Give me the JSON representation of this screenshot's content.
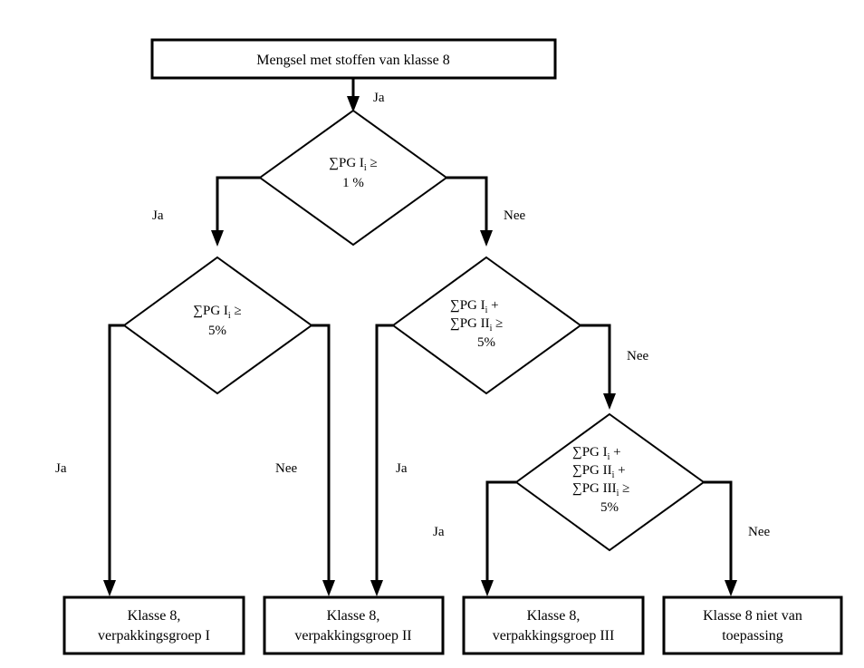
{
  "diagram": {
    "title": "Mengsel met stoffen van klasse 8",
    "language": "nl",
    "labels": {
      "yes": "Ja",
      "no": "Nee"
    },
    "start": {
      "text": "Mengsel met stoffen van klasse 8"
    },
    "decisions": [
      {
        "id": "d1",
        "lines": [
          "∑PG I",
          "1 %"
        ],
        "line1_main": "∑PG I",
        "line1_sub": "i",
        "line1_tail": " ≥",
        "line2": "1 %",
        "yes_label": "Ja",
        "no_label": "Nee"
      },
      {
        "id": "d2",
        "line1_main": "∑PG I",
        "line1_sub": "i",
        "line1_tail": " ≥",
        "line2": "5%",
        "yes_label": "Ja",
        "no_label": "Nee"
      },
      {
        "id": "d3",
        "rowA_main": "∑PG I",
        "rowA_sub": "i",
        "rowA_tail": " +",
        "rowB_main": "∑PG II",
        "rowB_sub": "i",
        "rowB_tail": " ≥",
        "rowC": "5%",
        "yes_label": "Ja",
        "no_label": "Nee"
      },
      {
        "id": "d4",
        "rowA_main": "∑PG I",
        "rowA_sub": "i",
        "rowA_tail": " +",
        "rowB_main": "∑PG II",
        "rowB_sub": "i",
        "rowB_tail": " +",
        "rowC_main": "∑PG III",
        "rowC_sub": "i",
        "rowC_tail": " ≥",
        "rowD": "5%",
        "yes_label": "Ja",
        "no_label": "Nee"
      }
    ],
    "outcomes": [
      {
        "id": "o1",
        "line1": "Klasse 8,",
        "line2": "verpakkingsgroep I"
      },
      {
        "id": "o2",
        "line1": "Klasse 8,",
        "line2": "verpakkingsgroep II"
      },
      {
        "id": "o3",
        "line1": "Klasse 8,",
        "line2": "verpakkingsgroep III"
      },
      {
        "id": "o4",
        "line1": "Klasse 8 niet van",
        "line2": "toepassing"
      }
    ],
    "edge_labels": {
      "start_to_d1": "Ja",
      "d1_yes": "Ja",
      "d1_no": "Nee",
      "d2_yes": "Ja",
      "d2_no": "Nee",
      "d3_yes": "Ja",
      "d3_no": "Nee",
      "d4_yes": "Ja",
      "d4_no": "Nee"
    },
    "colors": {
      "stroke": "#000000",
      "fill": "#ffffff",
      "text": "#000000"
    }
  }
}
